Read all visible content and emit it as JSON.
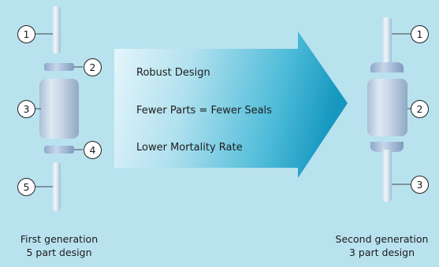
{
  "benefits": [
    "Robust Design",
    "Fewer Parts = Fewer Seals",
    "Lower Mortality Rate"
  ],
  "first_generation": {
    "title": "First generation",
    "subtitle": "5 part design",
    "part_numbers": [
      "1",
      "2",
      "3",
      "4",
      "5"
    ]
  },
  "second_generation": {
    "title": "Second generation",
    "subtitle": "3 part design",
    "part_numbers": [
      "1",
      "2",
      "3"
    ]
  },
  "colors": {
    "background": "#b9e2ef",
    "arrow_light": "#d8f0f8",
    "arrow_dark": "#1aa3c8"
  }
}
